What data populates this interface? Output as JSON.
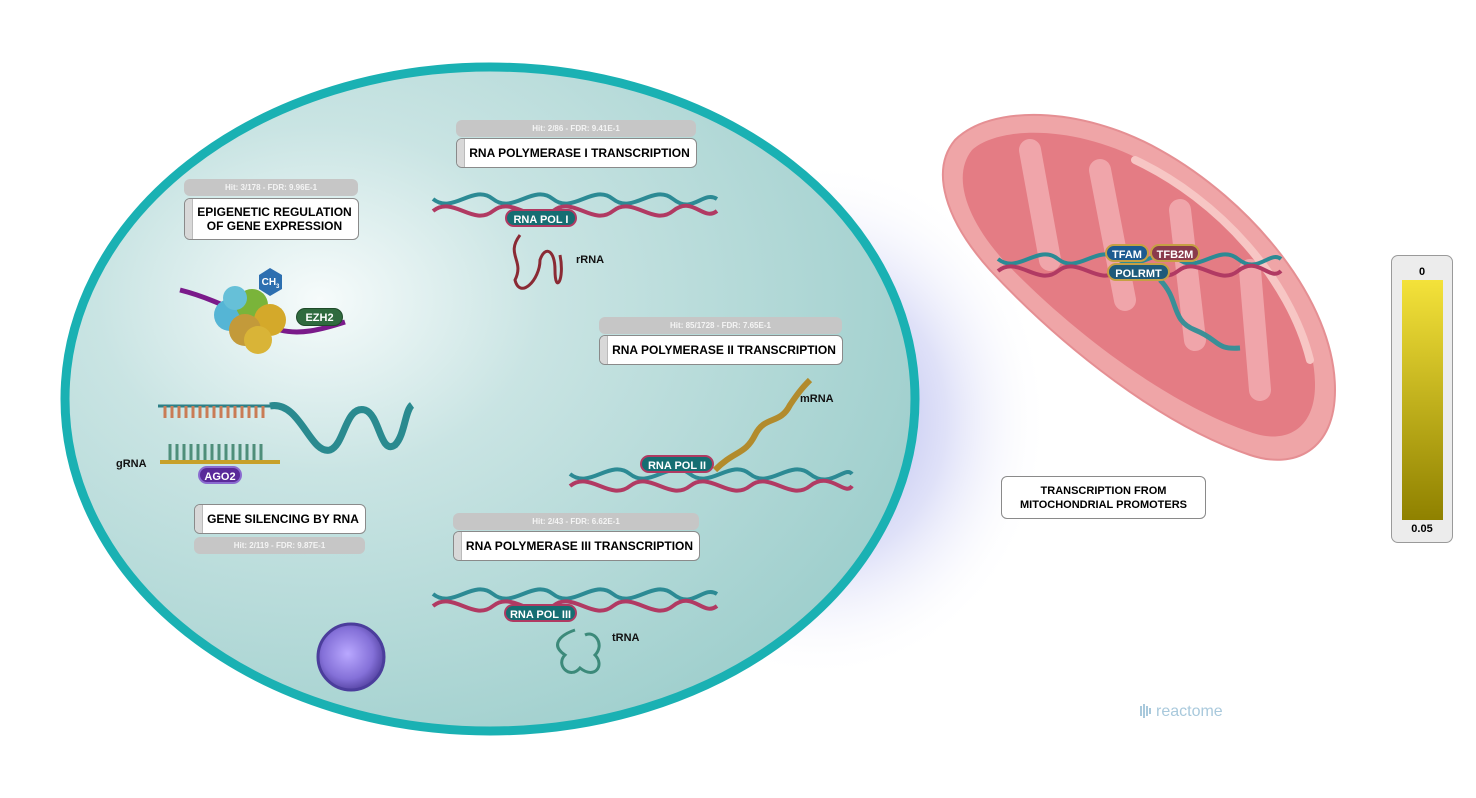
{
  "colors": {
    "membrane": "#1ab1b3",
    "nucleoplasm": "#a9d4d2",
    "mito_outer": "#efa5a7",
    "mito_inner": "#e47c84",
    "hit_bg": "#c6c6c6",
    "legend_top": "#f4e23a",
    "legend_bottom": "#8f8100"
  },
  "pathways": [
    {
      "name": "EPIGENETIC REGULATION\nOF GENE EXPRESSION",
      "hit": "Hit: 3/178 - FDR: 9.96E-1"
    },
    {
      "name": "RNA POLYMERASE I TRANSCRIPTION",
      "hit": "Hit: 2/86 - FDR: 9.41E-1"
    },
    {
      "name": "RNA POLYMERASE II TRANSCRIPTION",
      "hit": "Hit: 85/1728 - FDR: 7.65E-1"
    },
    {
      "name": "RNA POLYMERASE III TRANSCRIPTION",
      "hit": "Hit: 2/43 - FDR: 6.62E-1"
    },
    {
      "name": "GENE SILENCING BY RNA",
      "hit": "Hit: 2/119 - FDR: 9.87E-1"
    }
  ],
  "mito_pathway": "TRANSCRIPTION FROM\nMITOCHONDRIAL PROMOTERS",
  "molecules": {
    "pol1": "RNA POL I",
    "pol2": "RNA POL II",
    "pol3": "RNA POL III",
    "ezh2": "EZH2",
    "ch3": "CH",
    "ch3_sub": "3",
    "ago2": "AGO2",
    "tfam": "TFAM",
    "tfb2m": "TFB2M",
    "polrmt": "POLRMT"
  },
  "labels": {
    "rrna": "rRNA",
    "mrna": "mRNA",
    "trna": "tRNA",
    "grna": "gRNA"
  },
  "legend": {
    "top": "0",
    "bottom": "0.05"
  },
  "logo": "reactome"
}
